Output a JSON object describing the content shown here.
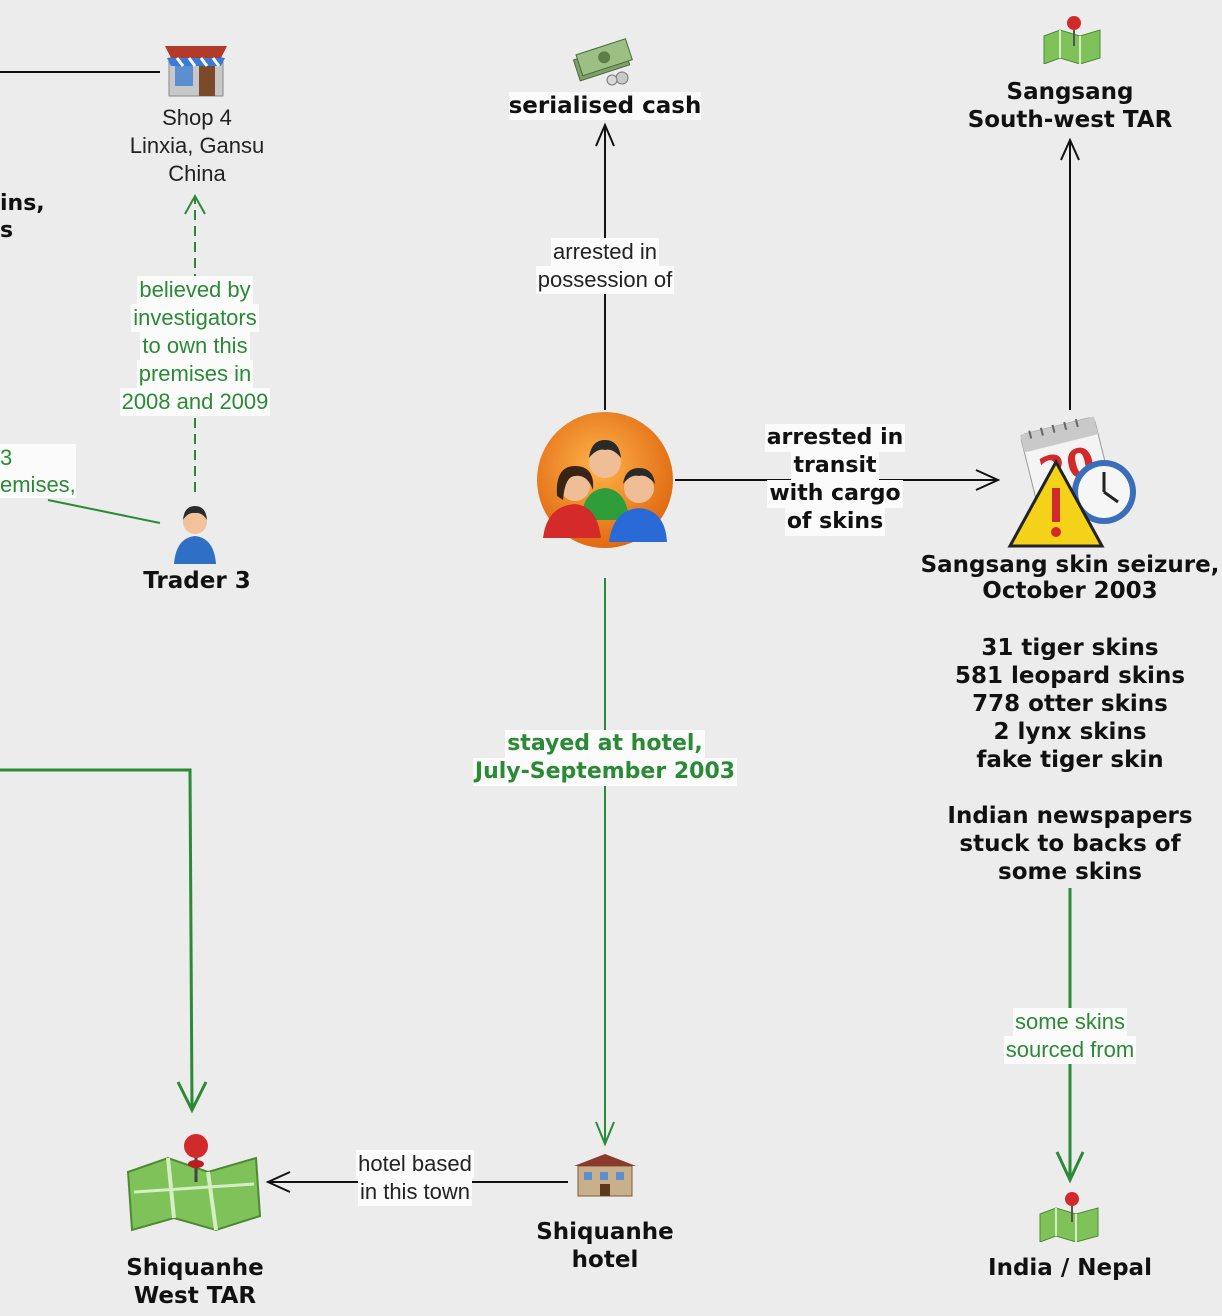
{
  "nodes": {
    "shop4": [
      "Shop 4",
      "Linxia, Gansu",
      "China"
    ],
    "serialised_cash": [
      "serialised cash"
    ],
    "sangsang_location": [
      "Sangsang",
      "South-west TAR"
    ],
    "trader3": [
      "Trader 3"
    ],
    "seizure_title": [
      "Sangsang skin seizure,",
      "October 2003"
    ],
    "seizure_details": [
      "31 tiger skins",
      "581 leopard skins",
      "778 otter skins",
      "2 lynx skins",
      "fake tiger skin"
    ],
    "newspapers_note": [
      "Indian newspapers",
      "stuck to backs of",
      "some skins"
    ],
    "shiquanhe_town": [
      "Shiquanhe",
      "West TAR"
    ],
    "shiquanhe_hotel": [
      "Shiquanhe",
      "hotel"
    ],
    "india_nepal": [
      "India / Nepal"
    ]
  },
  "edges": {
    "believed_own": [
      "believed by",
      "investigators",
      "to own this",
      "premises in",
      "2008 and 2009"
    ],
    "arrested_possession": [
      "arrested in",
      "possession of"
    ],
    "arrested_transit": [
      "arrested in",
      "transit",
      "with cargo",
      "of skins"
    ],
    "stayed_hotel": [
      "stayed at hotel,",
      "July-September 2003"
    ],
    "some_skins": [
      "some skins",
      "sourced from"
    ],
    "hotel_based": [
      "hotel based",
      "in this town"
    ]
  },
  "fragments": {
    "left_top": [
      "ins,",
      "s"
    ],
    "left_green": [
      "3",
      "emises,"
    ]
  },
  "colors": {
    "green_link": "#2a8a36",
    "black_link": "#111111",
    "background": "#ececec"
  }
}
